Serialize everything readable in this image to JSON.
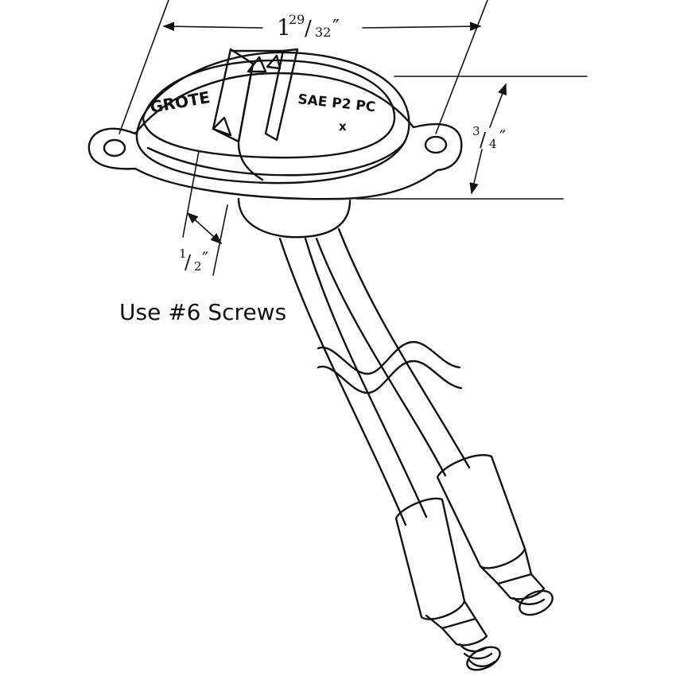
{
  "brand_text": "GROTE",
  "marking_text": "SAE P2 PC",
  "marking_symbol": "x",
  "dimensions": {
    "width": {
      "whole": "1",
      "numerator": "29",
      "denominator": "32",
      "unit": "″"
    },
    "height": {
      "numerator": "3",
      "denominator": "4",
      "unit": "″"
    },
    "depth": {
      "numerator": "1",
      "denominator": "2",
      "unit": "″"
    }
  },
  "note": "Use #6 Screws"
}
